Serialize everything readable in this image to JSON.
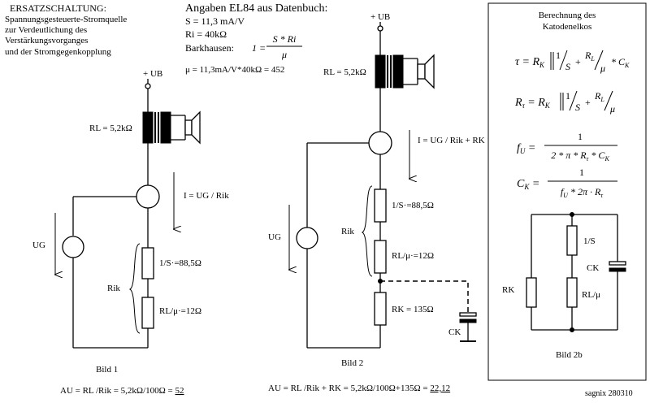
{
  "left_panel": {
    "title": "ERSATZSCHALTUNG:",
    "desc_1": "Spannungsgesteuerte-Stromquelle",
    "desc_2": "zur Verdeutlichung des",
    "desc_3": "Verstärkungsvorganges",
    "desc_4": "und der Stromgegenkopplung"
  },
  "datasheet": {
    "title": "Angaben EL84 aus Datenbuch:",
    "s_value": "S = 11,3 mA/V",
    "ri_value": "Ri = 40kΩ",
    "barkhausen_label": "Barkhausen:",
    "mu_num": "S * Ri",
    "mu_den": "μ",
    "mu_calc": "μ = 11,3mA/V*40kΩ = 452"
  },
  "bild1": {
    "supply": "+ UB",
    "rl": "RL = 5,2kΩ",
    "current": "I = UG / Rik",
    "ug": "UG",
    "rik": "Rik",
    "r1": "1/S·=88,5Ω",
    "r2": "RL/μ·=12Ω",
    "caption": "Bild 1",
    "gain_prefix": "AU = RL /Rik = 5,2kΩ/100Ω = ",
    "gain_result": "52"
  },
  "bild2": {
    "supply": "+ UB",
    "rl": "RL = 5,2kΩ",
    "current": "I = UG / Rik + RK",
    "ug": "UG",
    "rik": "Rik",
    "r1": "1/S·=88,5Ω",
    "r2": "RL/μ·=12Ω",
    "rk": "RK = 135Ω",
    "ck": "CK",
    "caption": "Bild 2",
    "gain_prefix": "AU = RL /Rik + RK = 5,2kΩ/100Ω+135Ω = ",
    "gain_result": "22,12"
  },
  "bild2b": {
    "title_1": "Berechnung des",
    "title_2": "Katodenelkos",
    "r_s": "1/S",
    "r_l": "RL/μ",
    "rk": "RK",
    "ck": "CK",
    "caption": "Bild 2b"
  },
  "signature": "sagnix 280310"
}
